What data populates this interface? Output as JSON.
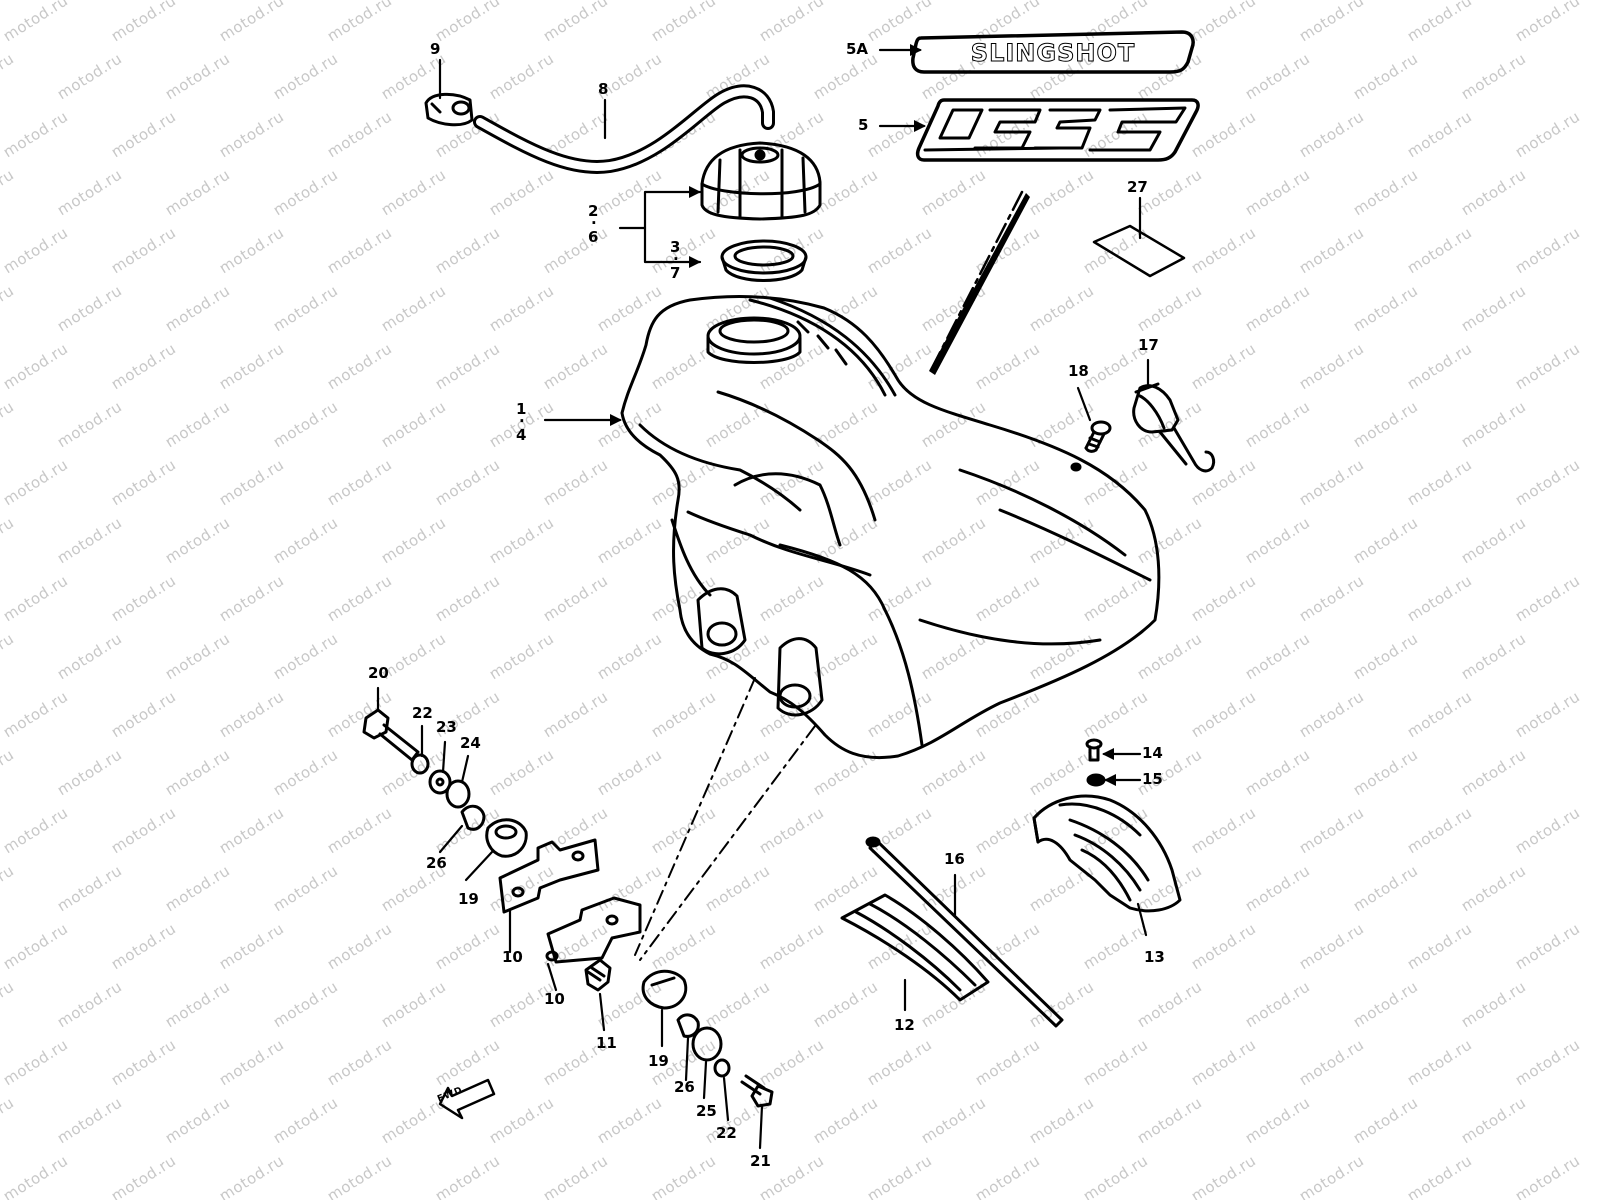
{
  "callouts": {
    "c1": "1",
    "c4": "4",
    "c2": "2",
    "c6": "6",
    "c3": "3",
    "c7": "7",
    "dot1": "·",
    "dot2": "·",
    "dot3": "·",
    "c5": "5",
    "c5a": "5A",
    "c8": "8",
    "c9": "9",
    "c10a": "10",
    "c10b": "10",
    "c11": "11",
    "c12": "12",
    "c13": "13",
    "c14": "14",
    "c15": "15",
    "c16": "16",
    "c17": "17",
    "c18": "18",
    "c19a": "19",
    "c19b": "19",
    "c20": "20",
    "c21": "21",
    "c22a": "22",
    "c22b": "22",
    "c23": "23",
    "c24": "24",
    "c25": "25",
    "c26a": "26",
    "c26b": "26",
    "c27": "27"
  },
  "decals": {
    "slingshot": "SLINGSHOT",
    "model": "125"
  },
  "fwd": "FWD",
  "watermark": "motod.ru"
}
